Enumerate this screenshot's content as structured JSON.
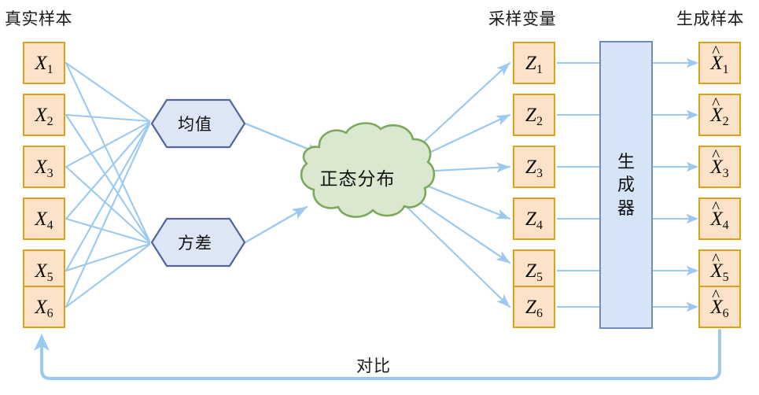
{
  "diagram": {
    "title": "VAE sampling and generation diagram",
    "background": "#ffffff",
    "colors": {
      "box_fill": "#fbe2c8",
      "box_border": "#dfa01a",
      "hex_fill": "#dce6f5",
      "hex_border": "#53669c",
      "cloud_fill": "#d9e8ce",
      "cloud_border": "#7aa95c",
      "generator_fill": "#d6e4f7",
      "generator_border": "#6f8dc0",
      "edge": "#9cc9f0",
      "text": "#111111"
    }
  },
  "columns": {
    "real_samples": {
      "title": "真实样本",
      "nodes": [
        {
          "base": "X",
          "sub": "1",
          "hat": false
        },
        {
          "base": "X",
          "sub": "2",
          "hat": false
        },
        {
          "base": "X",
          "sub": "3",
          "hat": false
        },
        {
          "base": "X",
          "sub": "4",
          "hat": false
        },
        {
          "base": "X",
          "sub": "5",
          "hat": false
        },
        {
          "base": "X",
          "sub": "6",
          "hat": false
        }
      ]
    },
    "sampled_variables": {
      "title": "采样变量",
      "nodes": [
        {
          "base": "Z",
          "sub": "1",
          "hat": false
        },
        {
          "base": "Z",
          "sub": "2",
          "hat": false
        },
        {
          "base": "Z",
          "sub": "3",
          "hat": false
        },
        {
          "base": "Z",
          "sub": "4",
          "hat": false
        },
        {
          "base": "Z",
          "sub": "5",
          "hat": false
        },
        {
          "base": "Z",
          "sub": "6",
          "hat": false
        }
      ]
    },
    "generated_samples": {
      "title": "生成样本",
      "nodes": [
        {
          "base": "X",
          "sub": "1",
          "hat": true
        },
        {
          "base": "X",
          "sub": "2",
          "hat": true
        },
        {
          "base": "X",
          "sub": "3",
          "hat": true
        },
        {
          "base": "X",
          "sub": "4",
          "hat": true
        },
        {
          "base": "X",
          "sub": "5",
          "hat": true
        },
        {
          "base": "X",
          "sub": "6",
          "hat": true
        }
      ]
    }
  },
  "stages": {
    "mean": "均值",
    "variance": "方差",
    "distribution": "正态分布",
    "generator": "生成器",
    "generator_chars": [
      "生",
      "成",
      "器"
    ],
    "compare": "对比"
  },
  "hat_glyph": "^"
}
